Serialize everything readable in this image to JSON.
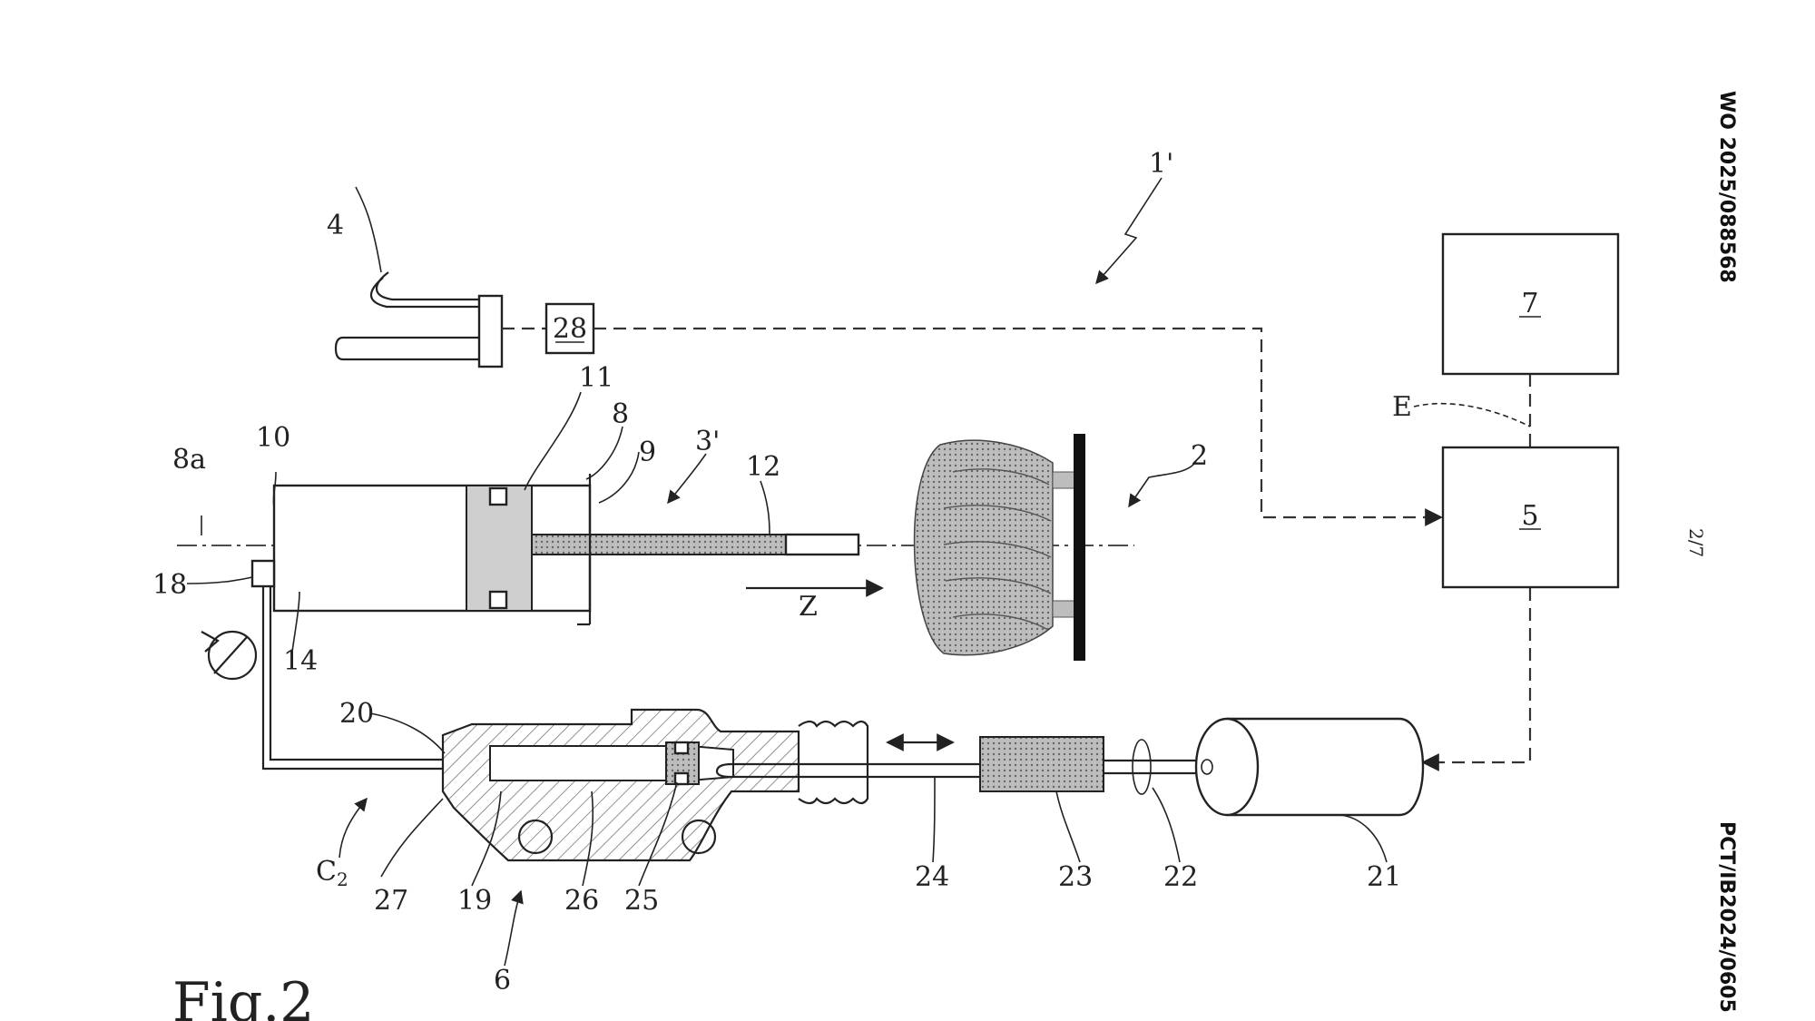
{
  "figure": {
    "caption": "Fig.2"
  },
  "margins": {
    "publication_number": "WO 2025/088568",
    "application_number": "PCT/IB2024/0605",
    "page": "2/7"
  },
  "boxes": {
    "box_7": "7",
    "box_5": "5",
    "box_28": "28"
  },
  "labels": {
    "system": "1'",
    "brake": "2",
    "actuator": "3'",
    "pedal": "4",
    "unit": "6",
    "cylinder": "8",
    "axis": "8a",
    "wall_front": "9",
    "wall_rear": "10",
    "piston": "11",
    "rod": "12",
    "chamber": "14",
    "port": "18",
    "master_chamber": "19",
    "inlet": "20",
    "motor": "21",
    "motor_shaft": "22",
    "coupling": "23",
    "push_rod": "24",
    "master_piston": "25",
    "master_body": "26",
    "nozzle": "27",
    "signal_e": "E",
    "direction_z": "Z",
    "circuit": "C",
    "circuit_sub": "2"
  },
  "colors": {
    "ink": "#222222",
    "fill": "#cfcfcf",
    "background": "#ffffff"
  }
}
